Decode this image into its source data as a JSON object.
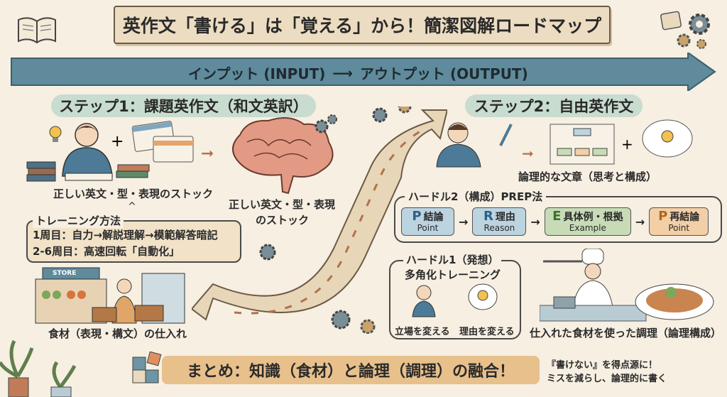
{
  "title": "英作文「書ける」は「覚える」から！簡潔図解ロードマップ",
  "flow_arrow": {
    "input": "インプット (INPUT)",
    "output": "アウトプット (OUTPUT)"
  },
  "step1": {
    "heading": "ステップ1：課題英作文（和文英訳）",
    "stock_label": "正しい英文・型・表現のストック",
    "brain_label_1": "正しい英文・型・表現",
    "brain_label_2": "のストック",
    "training": {
      "title": "トレーニング方法",
      "line1": "1周目：自力→解説理解→模範解答暗記",
      "line2": "2-6周目：高速回転「自動化」"
    },
    "store_sign": "STORE",
    "store_label": "食材（表現・構文）の仕入れ"
  },
  "step2": {
    "heading": "ステップ2：自由英作文",
    "logic_label": "論理的な文章（思考と構成）",
    "hurdle2": {
      "title": "ハードル2（構成）PREP法",
      "items": [
        {
          "letter": "P",
          "jp": "結論",
          "en": "Point",
          "color": "#bcd3e0",
          "letter_color": "#2f5f86"
        },
        {
          "letter": "R",
          "jp": "理由",
          "en": "Reason",
          "color": "#bcd3e0",
          "letter_color": "#2f5f86"
        },
        {
          "letter": "E",
          "jp": "具体例・根拠",
          "en": "Example",
          "color": "#c7dcb6",
          "letter_color": "#3f6e2c"
        },
        {
          "letter": "P",
          "jp": "再結論",
          "en": "Point",
          "color": "#f2cfa6",
          "letter_color": "#b5651d"
        }
      ]
    },
    "hurdle1": {
      "title": "ハードル1（発想）",
      "subtitle": "多角化トレーニング",
      "opt1": "立場を変える",
      "opt2": "理由を変える"
    },
    "cook_label": "仕入れた食材を使った調理（論理構成）"
  },
  "summary": {
    "main": "まとめ：知識（食材）と論理（調理）の融合！",
    "note1": "『書けない』を得点源に！",
    "note2": "ミスを減らし、論理的に書く"
  }
}
